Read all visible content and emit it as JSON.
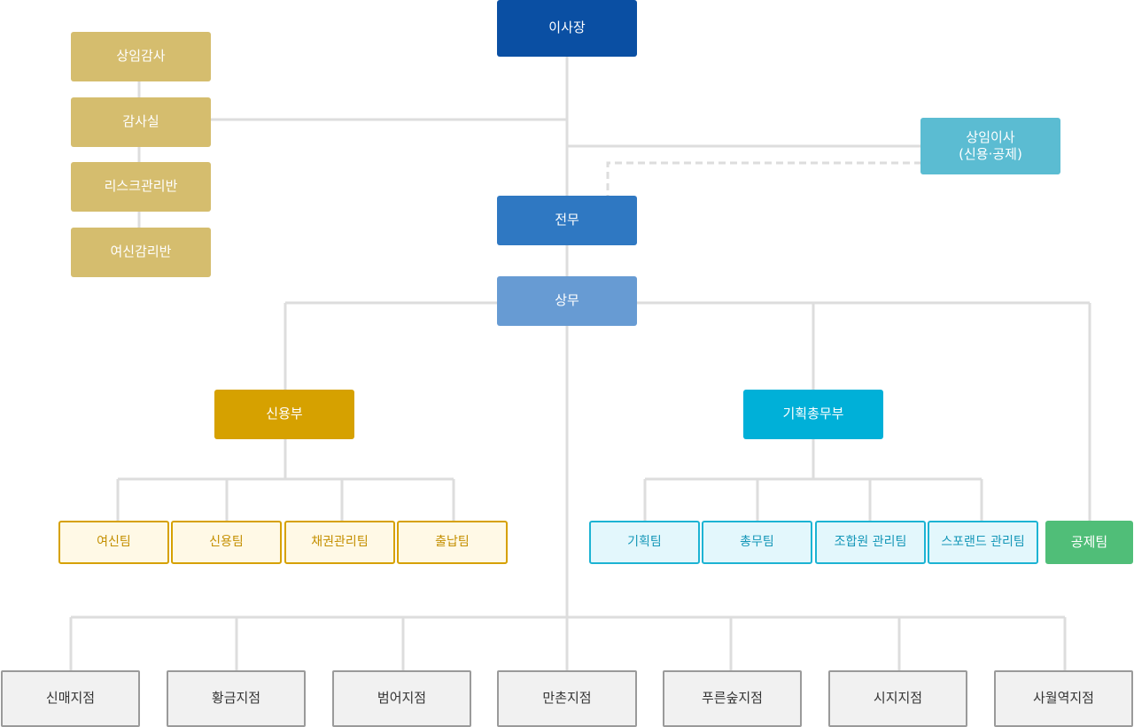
{
  "chairman": "이사장",
  "audit_group": [
    "상임감사",
    "감사실",
    "리스크관리반",
    "여신감리반"
  ],
  "standing_director": "상임이사\n(신용·공제)",
  "senior_director": "전무",
  "managing_director": "상무",
  "credit_dept": {
    "name": "신용부",
    "teams": [
      "여신팀",
      "신용팀",
      "채권관리팀",
      "출납팀"
    ]
  },
  "planning_dept": {
    "name": "기획총무부",
    "teams": [
      "기획팀",
      "총무팀",
      "조합원 관리팀",
      "스포랜드 관리팀"
    ]
  },
  "mutual_aid_team": "공제팀",
  "branches": [
    "신매지점",
    "황금지점",
    "범어지점",
    "만촌지점",
    "푸른숲지점",
    "시지지점",
    "사월역지점"
  ],
  "colors": {
    "connector": "#dddddd",
    "chairman": "#0a4fa3",
    "senior": "#2f78c2",
    "managing": "#679bd3",
    "standing": "#5bbcd2",
    "audit": "#d5bd6e",
    "credit": "#d6a100",
    "planning": "#00b0d8",
    "mutual_aid": "#50be78"
  }
}
